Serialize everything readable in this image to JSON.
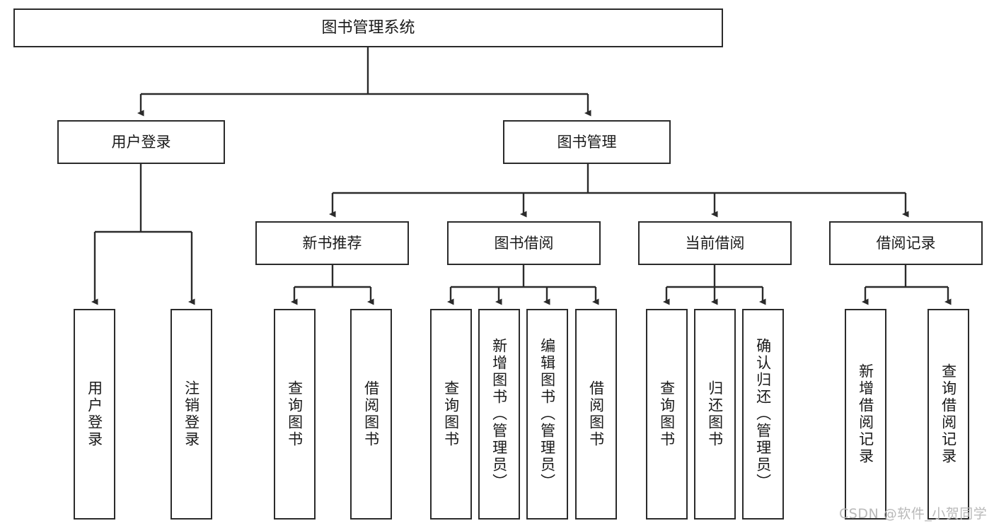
{
  "diagram": {
    "title": "图书管理系统",
    "type": "tree-hierarchy",
    "watermark": "CSDN @软件_小贺同学",
    "colors": {
      "background": "#ffffff",
      "node_border": "#2b2b2b",
      "node_fill": "#ffffff",
      "edge": "#2b2b2b",
      "text": "#1a1a1a",
      "watermark": "#b9b9b9"
    },
    "nodes": {
      "root": {
        "label": "图书管理系统"
      },
      "level2": [
        {
          "label": "用户登录"
        },
        {
          "label": "图书管理"
        }
      ],
      "level3": [
        {
          "label": "新书推荐"
        },
        {
          "label": "图书借阅"
        },
        {
          "label": "当前借阅"
        },
        {
          "label": "借阅记录"
        }
      ],
      "leaves_user_login": [
        {
          "label": "用户登录"
        },
        {
          "label": "注销登录"
        }
      ],
      "leaves_new_book": [
        {
          "label": "查询图书"
        },
        {
          "label": "借阅图书"
        }
      ],
      "leaves_borrow": [
        {
          "label": "查询图书"
        },
        {
          "label": "新增图书（管理员）"
        },
        {
          "label": "编辑图书（管理员）"
        },
        {
          "label": "借阅图书"
        }
      ],
      "leaves_current": [
        {
          "label": "查询图书"
        },
        {
          "label": "归还图书"
        },
        {
          "label": "确认归还（管理员）"
        }
      ],
      "leaves_records": [
        {
          "label": "新增借阅记录"
        },
        {
          "label": "查询借阅记录"
        }
      ]
    }
  }
}
